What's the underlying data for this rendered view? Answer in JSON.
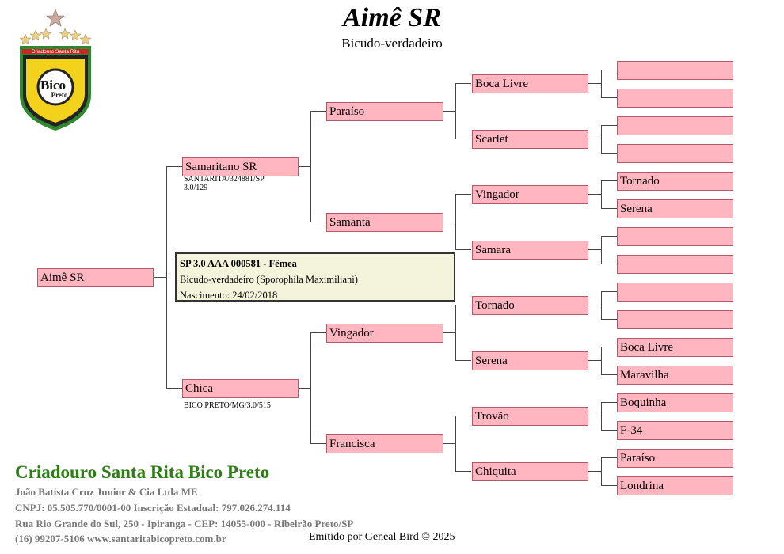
{
  "header": {
    "title": "Aimê SR",
    "subtitle": "Bicudo-verdadeiro"
  },
  "logo": {
    "text_top": "Criadouro   Santa Rita",
    "text_big": "Bico",
    "text_small": "Preto"
  },
  "colors": {
    "box": "#ffb6c1",
    "footer_green": "#2e7d16",
    "info_bg": "#f4f4dc"
  },
  "subject": {
    "name": "Aimê SR",
    "info_line1": "SP 3.0 AAA 000581 - Fêmea",
    "info_line2": "Bicudo-verdadeiro (Sporophila Maximiliani)",
    "info_line3": "Nascimento: 24/02/2018"
  },
  "gen1": {
    "father": {
      "name": "Samaritano SR",
      "sub1": "SANTARITA/324881/SP",
      "sub2": "3.0/129"
    },
    "mother": {
      "name": "Chica",
      "sub1": "BICO PRETO/MG/3.0/515"
    }
  },
  "gen2": [
    "Paraíso",
    "Samanta",
    "Vingador",
    "Francisca"
  ],
  "gen3": [
    "Boca Livre",
    "Scarlet",
    "Vingador",
    "Samara",
    "Tornado",
    "Serena",
    "Trovão",
    "Chiquita"
  ],
  "gen4": [
    "",
    "",
    "",
    "",
    "Tornado",
    "Serena",
    "",
    "",
    "",
    "",
    "Boca Livre",
    "Maravilha",
    "Boquinha",
    "F-34",
    "Paraíso",
    "Londrina"
  ],
  "footer": {
    "name": "Criadouro Santa Rita Bico Preto",
    "line1": "João Batista Cruz Junior & Cia Ltda ME",
    "line2": "CNPJ: 05.505.770/0001-00 Inscrição Estadual: 797.026.274.114",
    "line3": "Rua Rio Grande do Sul, 250 - Ipiranga - CEP: 14055-000 - Ribeirão Preto/SP",
    "line4": "(16) 99207-5106 www.santaritabicopreto.com.br",
    "emitido": "Emitido por Geneal Bird © 2025"
  }
}
